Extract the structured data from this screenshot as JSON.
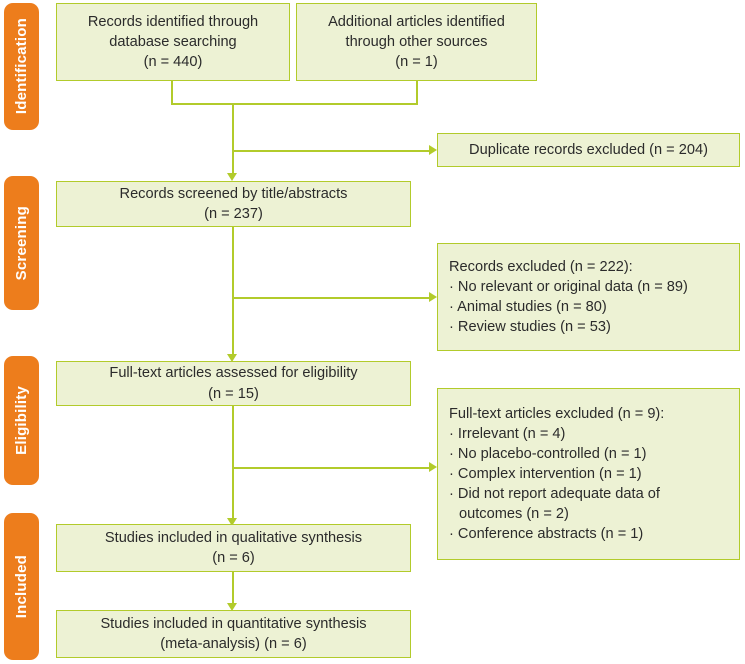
{
  "diagram": {
    "title": "PRISMA study selection flow diagram",
    "colors": {
      "stage_tab_background": "#ED7D1C",
      "stage_tab_text": "#FFFFFF",
      "node_fill": "#EDF2D4",
      "node_border": "#B2CB2B",
      "connector": "#B2CB2B",
      "node_text": "#2B2B2B",
      "page_background": "#FFFFFF"
    }
  },
  "stages": [
    {
      "label": "Identification"
    },
    {
      "label": "Screening"
    },
    {
      "label": "Eligibility"
    },
    {
      "label": "Included"
    }
  ],
  "nodes": {
    "database_records": {
      "lines": [
        "Records identified through",
        "database searching",
        "(n = 440)"
      ],
      "count": 440
    },
    "other_sources": {
      "lines": [
        "Additional articles identified",
        "through other sources",
        "(n = 1)"
      ],
      "count": 1
    },
    "duplicates_excluded": {
      "lines": [
        "Duplicate records excluded (n = 204)"
      ],
      "count": 204
    },
    "records_screened": {
      "lines": [
        "Records screened by title/abstracts",
        "(n = 237)"
      ],
      "count": 237
    },
    "records_excluded": {
      "lines": [
        "Records excluded (n = 222):",
        "· No relevant or original data (n = 89)",
        "· Animal studies (n = 80)",
        "· Review studies (n = 53)"
      ],
      "count": 222,
      "reasons": [
        {
          "label": "No relevant or original data",
          "count": 89
        },
        {
          "label": "Animal studies",
          "count": 80
        },
        {
          "label": "Review studies",
          "count": 53
        }
      ]
    },
    "fulltext_assessed": {
      "lines": [
        "Full-text articles assessed for eligibility",
        "(n = 15)"
      ],
      "count": 15
    },
    "fulltext_excluded": {
      "lines": [
        "Full-text articles excluded (n = 9):",
        "· Irrelevant (n = 4)",
        "· No placebo-controlled (n = 1)",
        "· Complex intervention (n = 1)",
        "· Did not report adequate data of",
        "outcomes (n = 2)",
        "· Conference abstracts (n = 1)"
      ],
      "count": 9,
      "reasons": [
        {
          "label": "Irrelevant",
          "count": 4
        },
        {
          "label": "No placebo-controlled",
          "count": 1
        },
        {
          "label": "Complex intervention",
          "count": 1
        },
        {
          "label": "Did not report adequate data of outcomes",
          "count": 2
        },
        {
          "label": "Conference abstracts",
          "count": 1
        }
      ]
    },
    "qualitative_synthesis": {
      "lines": [
        "Studies included in qualitative synthesis",
        "(n = 6)"
      ],
      "count": 6
    },
    "quantitative_synthesis": {
      "lines": [
        "Studies included in quantitative synthesis",
        "(meta-analysis) (n = 6)"
      ],
      "count": 6
    }
  }
}
